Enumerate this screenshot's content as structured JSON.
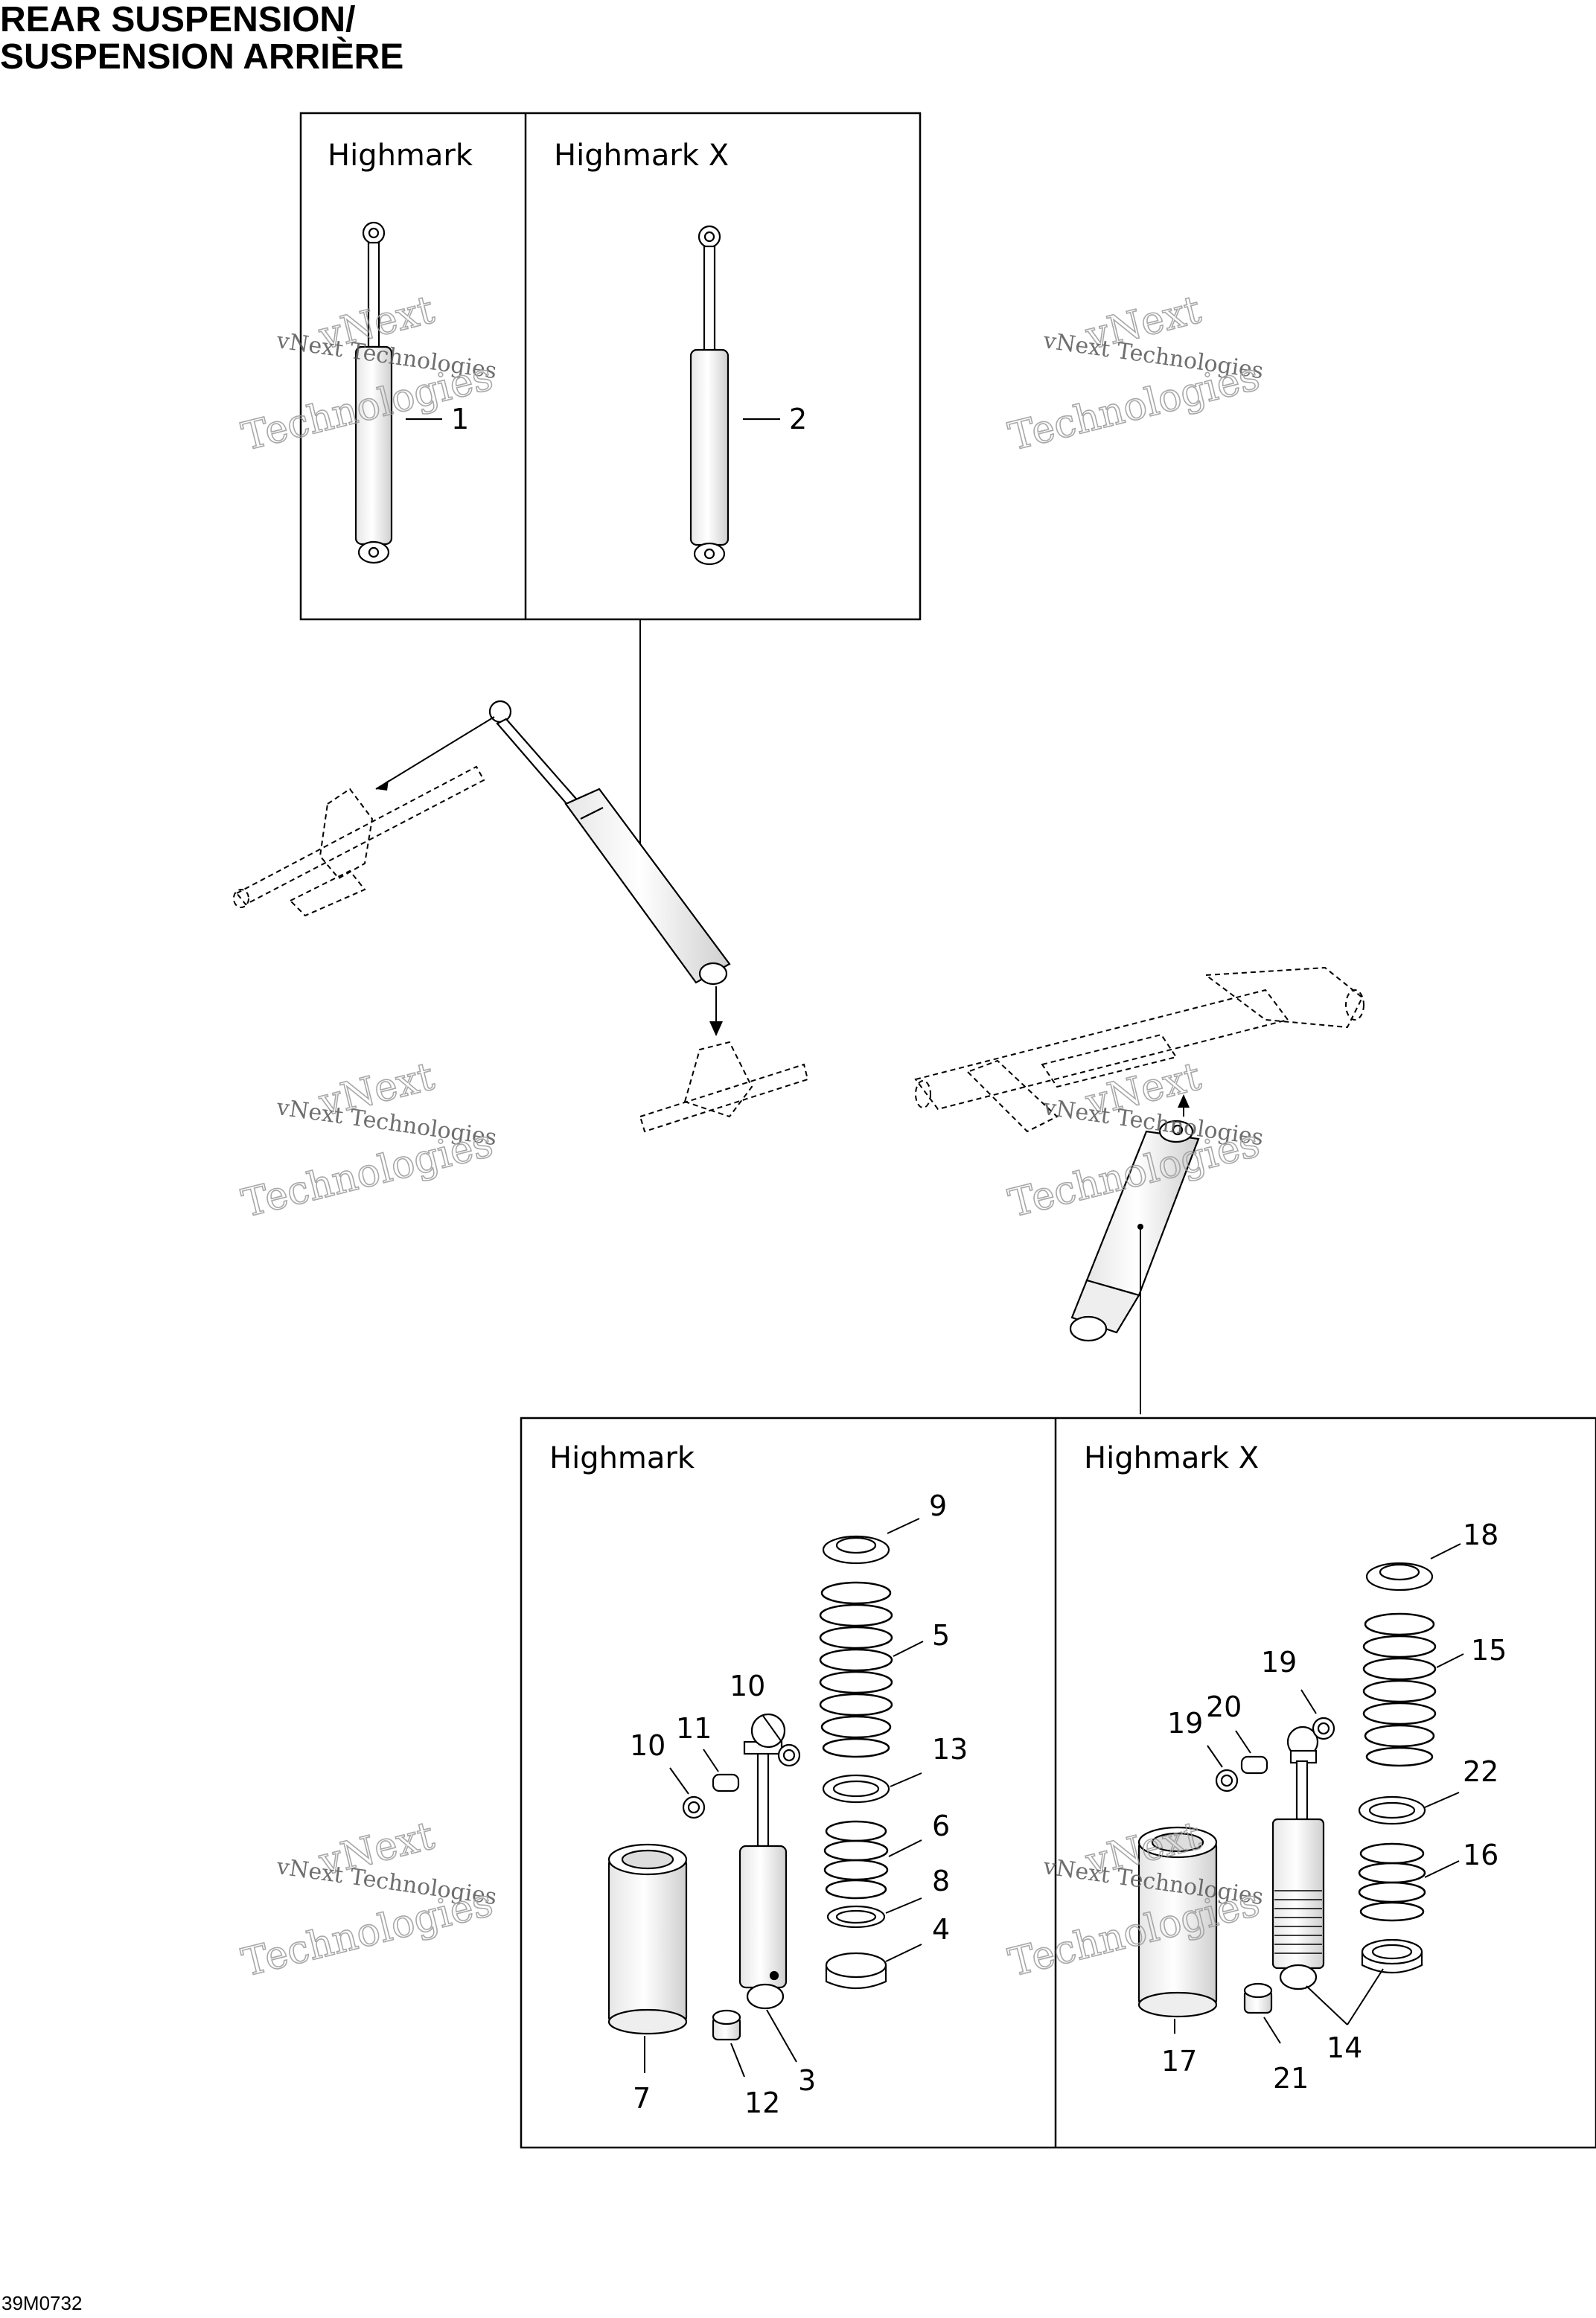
{
  "title": {
    "line1": "REAR SUSPENSION/",
    "line2": "SUSPENSION ARRIÈRE"
  },
  "panels": {
    "top_left": "Highmark",
    "top_right": "Highmark X",
    "bottom_left": "Highmark",
    "bottom_right": "Highmark X"
  },
  "callouts": {
    "c1": "1",
    "c2": "2",
    "c3": "3",
    "c4": "4",
    "c5": "5",
    "c6": "6",
    "c7": "7",
    "c8": "8",
    "c9": "9",
    "c10a": "10",
    "c10b": "10",
    "c11": "11",
    "c12": "12",
    "c13": "13",
    "c14": "14",
    "c15": "15",
    "c16": "16",
    "c17": "17",
    "c18": "18",
    "c19a": "19",
    "c19b": "19",
    "c20": "20",
    "c21": "21",
    "c22": "22"
  },
  "watermark": {
    "line1": "vNext",
    "line2": "vNext Technologies",
    "line3": "Technologies"
  },
  "reference_code": "39M0732"
}
